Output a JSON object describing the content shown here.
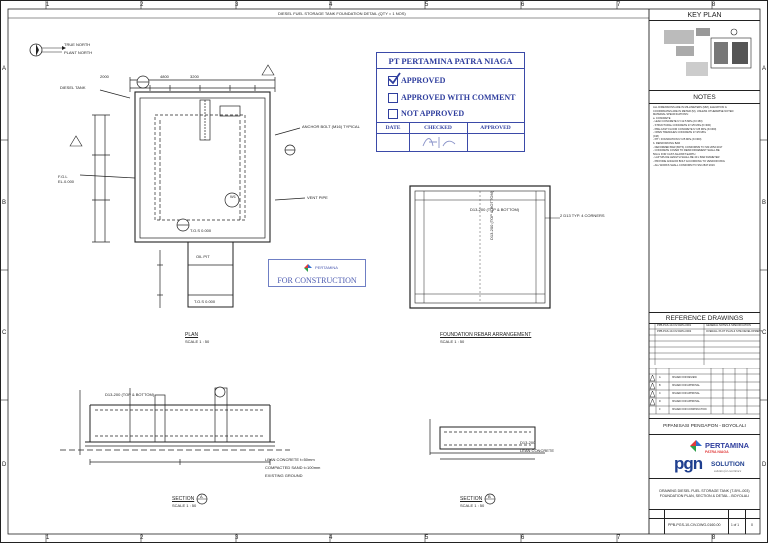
{
  "sheet": {
    "header_title": "DIESEL FUEL STORAGE TANK FOUNDATION DETAIL (QTY = 1 NOS)",
    "grid_columns": [
      "1",
      "2",
      "3",
      "4",
      "5",
      "6",
      "7",
      "8"
    ],
    "grid_rows": [
      "A",
      "B",
      "C",
      "D"
    ]
  },
  "north": {
    "true_north": "TRUE NORTH",
    "plant_north": "PLANT NORTH"
  },
  "key_plan": {
    "title": "KEY PLAN"
  },
  "notes": {
    "title": "NOTES",
    "lines": [
      "ALL DIMENSIONS ARE IN MILLIMETERS (MM), ELEVATION &",
      "COORDINATES ARE IN METER (M), UNLESS OTHERWISE NOTED",
      "MATERIAL SPECIFICATIONS :",
      "a. CONCRETE",
      "- LEAN CONCRETE          fc'=12.5 MPa (K=150)",
      "- STRUCTURAL CONCRETE    fc'=25 MPa (K=300)",
      "- PRE-CAST FLOOR CONCRETE fc'=25 MPa (K=300)",
      "- OPEN TRENCHES CONCRETE fc'=25 MPa",
      "  (CM)",
      "- PIT / FOUNDATION        fc'=25 MPa (K=300)",
      "b. REINFORCING BAR",
      "- DEFORMED BAR (BJTS) CONFORMS TO SNI 2052:2017",
      "- CONCRETE COVER TO REINFORCEMENT SHALL BE",
      "  50mm FOR CAST AGAINST EARTH",
      "- LAP SPLICE LENGTH SHALL BE 40 x BAR DIAMETER",
      "- PROVIDE ANCHOR BOLT ACCORDING TO VENDOR DWG",
      "- ALL WORKS SHALL CONFORM TO SNI 2847:2019"
    ]
  },
  "stamp": {
    "company": "PT PERTAMINA PATRA NIAGA",
    "approved": "APPROVED",
    "approved_with_comment": "APPROVED WITH COMMENT",
    "not_approved": "NOT APPROVED",
    "col_date": "DATE",
    "col_checked": "CHECKED",
    "col_approved": "APPROVED",
    "checked_state": "approved",
    "color": "#2f3e9e"
  },
  "construction_stamp": {
    "company": "PERTAMINA",
    "label": "FOR CONSTRUCTION"
  },
  "views": {
    "plan_title": "PLAN",
    "plan_scale": "SCALE 1 : 50",
    "rebar_title": "FOUNDATION REBAR ARRANGEMENT",
    "rebar_scale": "SCALE 1 : 50",
    "section_a_title": "SECTION",
    "section_a_mark": "A",
    "section_a_scale": "SCALE 1 : 50",
    "section_b_title": "SECTION",
    "section_b_mark": "B",
    "section_b_scale": "SCALE 1 : 50"
  },
  "plan_labels": {
    "tos": "T.O.S 0.000",
    "tos2": "T.O.S 0.000",
    "bolt": "ANCHOR BOLT (M16) TYPICAL",
    "pipe": "DIESEL TANK",
    "pit": "OIL PIT",
    "vent": "VENT PIPE",
    "fg1": "F.G.L",
    "el1": "EL.0.000",
    "mark_w1": "W1",
    "dim_1": "4800",
    "dim_2": "2000",
    "dim_3": "3200"
  },
  "rebar_labels": {
    "top": "D13-200 (TOP & BOTTOM)",
    "side": "D13-200 (TOP & BOTTOM)",
    "right": "2 D13 TYP. 4 CORNERS"
  },
  "section_labels": {
    "a1": "D13-200 (TOP & BOTTOM)",
    "a2": "LEAN CONCRETE t=50mm",
    "a3": "COMPACTED SAND t=100mm",
    "a4": "EXISTING GROUND",
    "b1": "D13-200",
    "b2": "LEAN CONCRETE"
  },
  "reference": {
    "title": "REFERENCE DRAWINGS",
    "rows": [
      {
        "no": "PPB-PGS-10-CIV-DWG-0001",
        "title": "GENERAL NOTES & SPECIFICATION"
      },
      {
        "no": "PPB-PGS-10-CIV-DWG-0002",
        "title": "OVERALL PLOT PLAN & SITE DEVELOPMENT"
      }
    ]
  },
  "revisions": {
    "rows": [
      {
        "rev": "A",
        "desc": "ISSUED FOR REVIEW"
      },
      {
        "rev": "B",
        "desc": "ISSUED FOR APPROVAL"
      },
      {
        "rev": "C",
        "desc": "ISSUED FOR APPROVAL"
      },
      {
        "rev": "D",
        "desc": "ISSUED FOR APPROVAL"
      },
      {
        "rev": "0",
        "desc": "ISSUED FOR CONSTRUCTION"
      }
    ]
  },
  "project": {
    "name": "PIPANISASI PENGAPON - BOYOLALI",
    "company1": "PERTAMINA",
    "company1_sub": "PATRA NIAGA",
    "company2": "pgn",
    "company2_sub": "SOLUTION",
    "company2_tag": "solution for excellence",
    "drawing_title_1": "DRAWING DIESEL FUEL STORAGE TANK (T-BYL-003)",
    "drawing_title_2": "FOUNDATION PLAN, SECTION & DETAIL - BOYOLALI",
    "drawing_no": "PPB-PGS-10-CIV-DWG-0160-00",
    "sheet_no": "1 of 1",
    "rev": "0"
  }
}
